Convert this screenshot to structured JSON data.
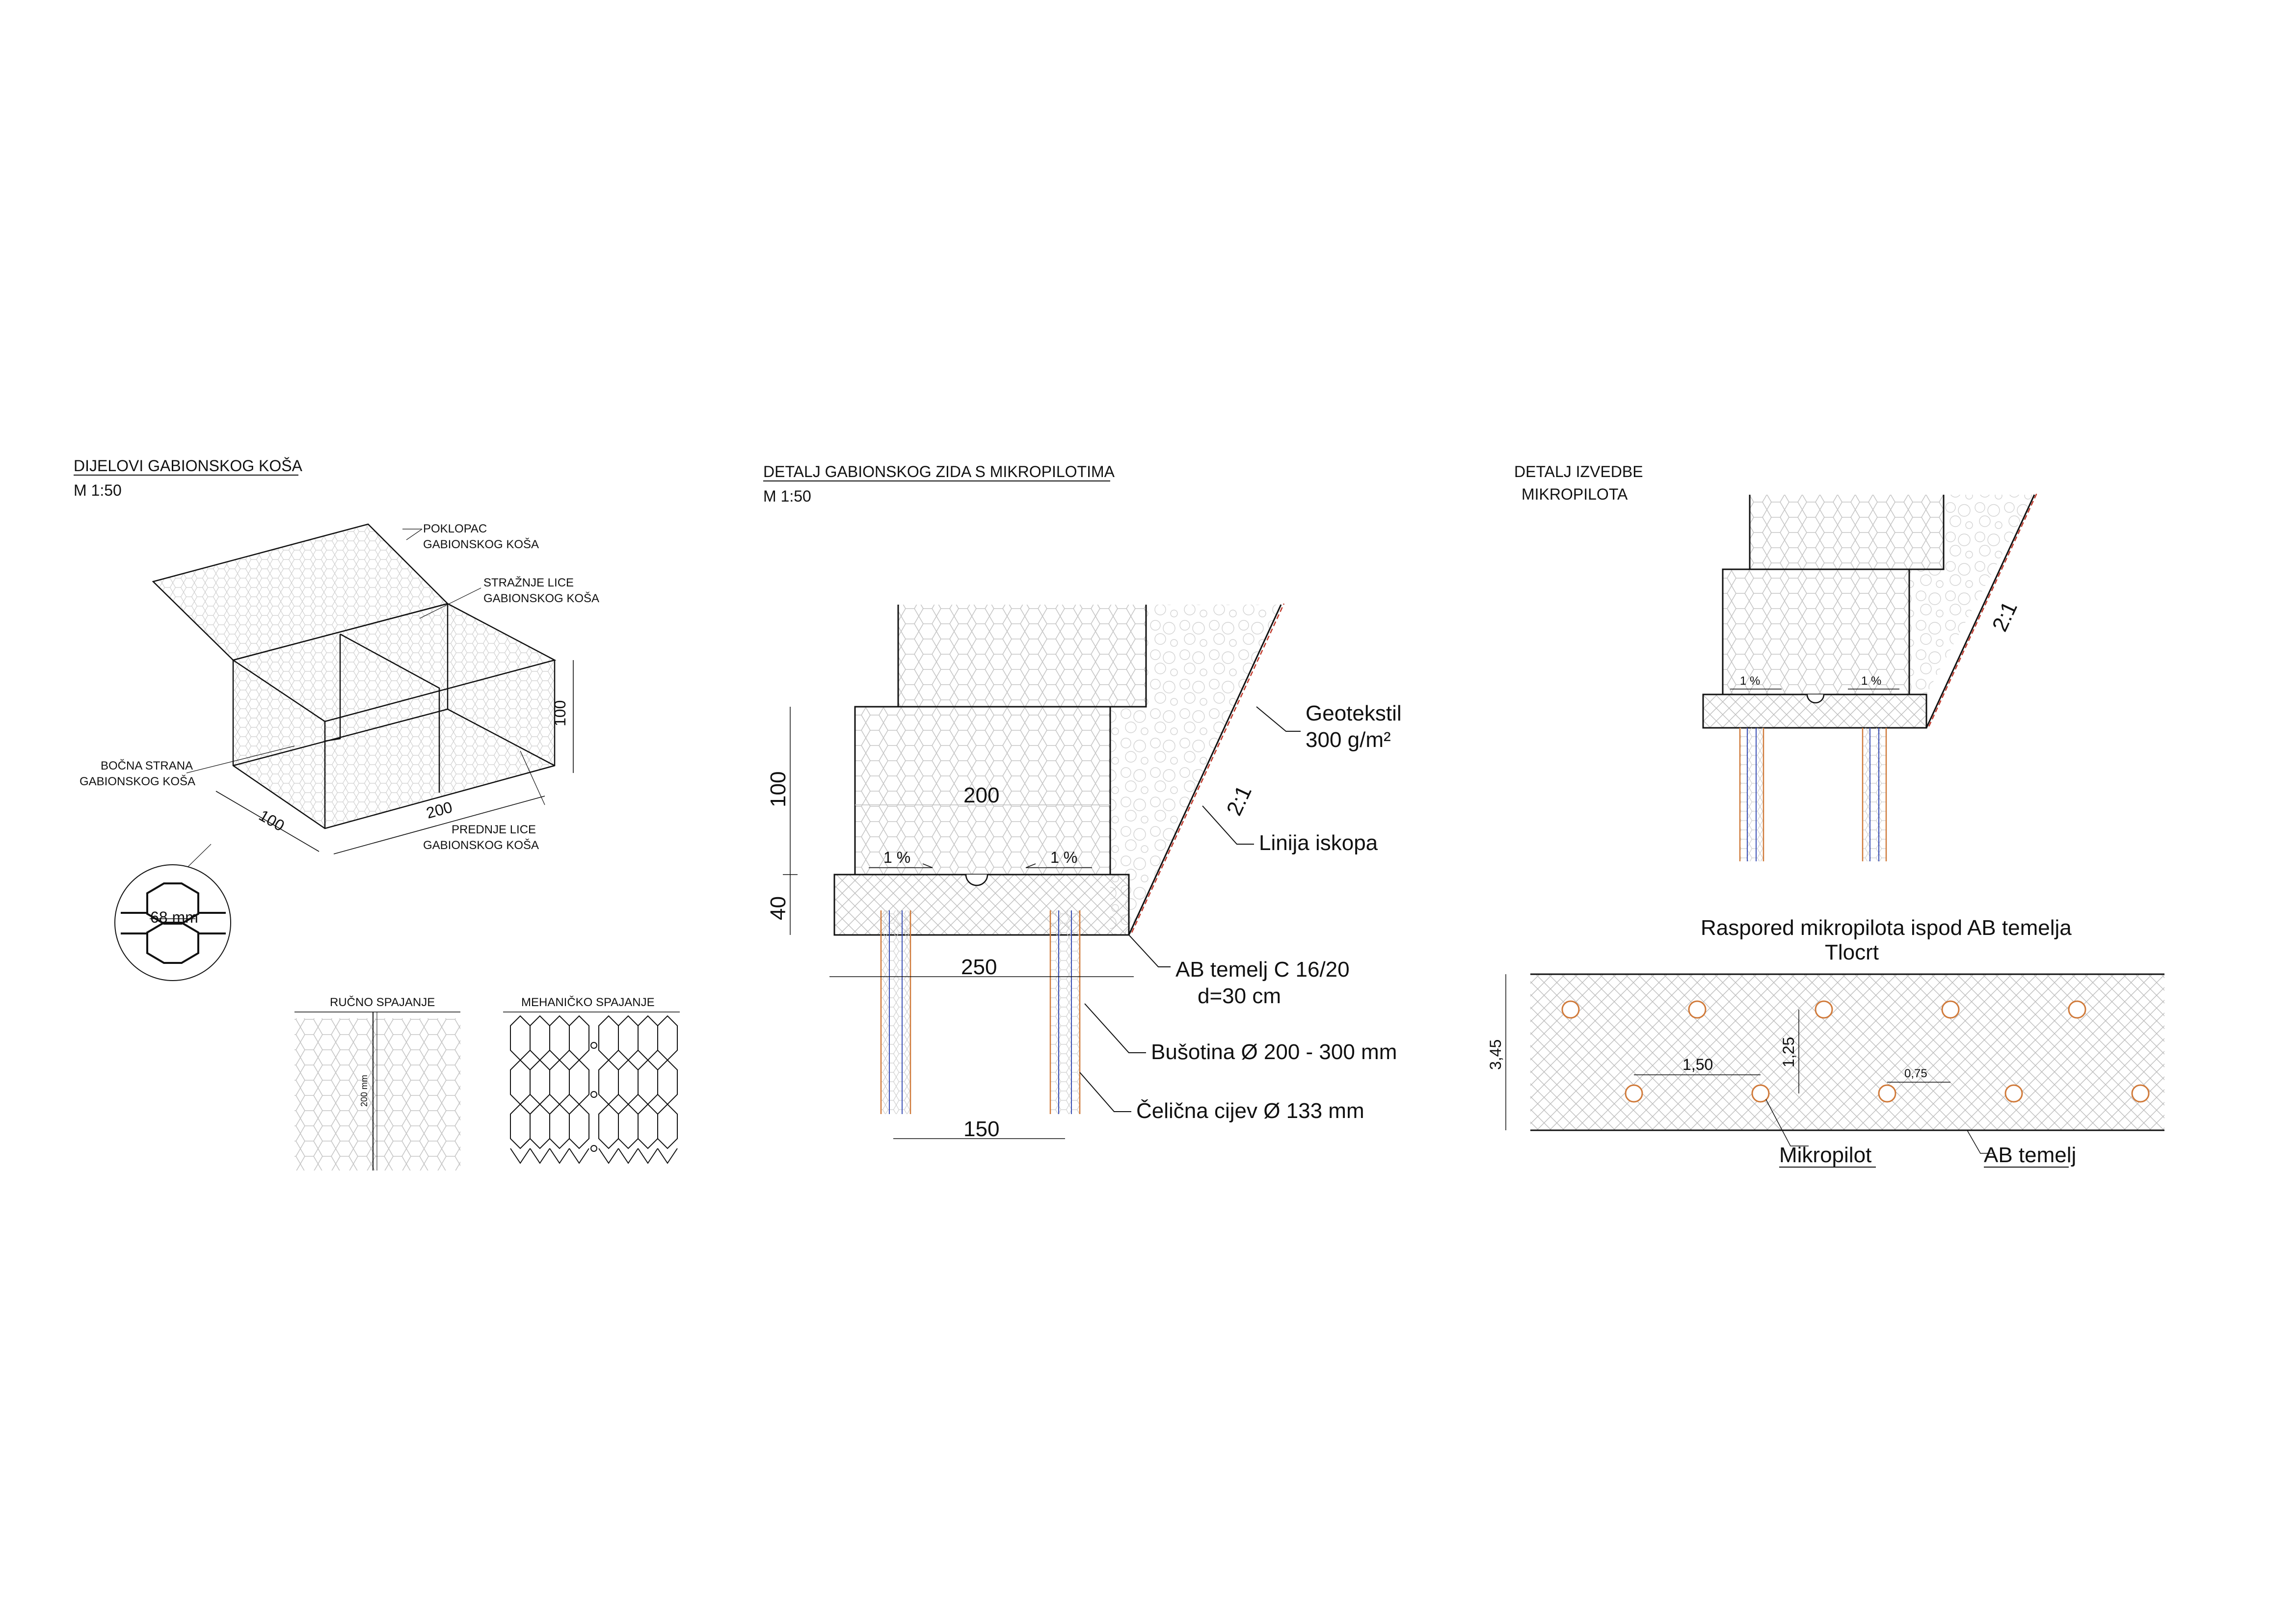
{
  "colors": {
    "ink": "#111111",
    "hatch": "#cfcfcf",
    "geotextile": "#c0392b",
    "pile_orange": "#d07a3a",
    "pile_blue": "#3b4fb5"
  },
  "panel1": {
    "title": "DIJELOVI GABIONSKOG KOŠA",
    "scale": "M 1:50",
    "labels": {
      "lid_1": "POKLOPAC",
      "lid_2": "GABIONSKOG KOŠA",
      "back_1": "STRAŽNJE LICE",
      "back_2": "GABIONSKOG KOŠA",
      "side_1": "BOČNA STRANA",
      "side_2": "GABIONSKOG KOŠA",
      "front_1": "PREDNJE LICE",
      "front_2": "GABIONSKOG KOŠA"
    },
    "dims": {
      "height": "100",
      "depth": "100",
      "length": "200"
    },
    "mesh_detail": "68 mm",
    "join_manual": "RUČNO SPAJANJE",
    "join_manual_dim": "200 mm",
    "join_mechanical": "MEHANIČKO SPAJANJE"
  },
  "panel2": {
    "title": "DETALJ GABIONSKOG ZIDA S MIKROPILOTIMA",
    "scale": "M 1:50",
    "dims": {
      "width_top": "200",
      "height_gabion": "100",
      "height_found": "40",
      "width_found": "250",
      "pile_spacing": "150"
    },
    "slope_left": "1 %",
    "slope_right": "1 %",
    "slope_ratio": "2:1",
    "geotextile_1": "Geotekstil",
    "geotextile_2": "300 g/m²",
    "excavation": "Linija iskopa",
    "foundation_1": "AB temelj C 16/20",
    "foundation_2": "d=30 cm",
    "borehole": "Bušotina Ø 200 - 300 mm",
    "pipe": "Čelična cijev Ø 133 mm"
  },
  "panel3": {
    "title_1": "DETALJ IZVEDBE",
    "title_2": "MIKROPILOTA",
    "slope_left": "1 %",
    "slope_right": "1 %",
    "slope_ratio": "2:1"
  },
  "panel4": {
    "title_1": "Raspored mikropilota ispod AB temelja",
    "title_2": "Tlocrt",
    "dim_width": "3,45",
    "dim_spacing_x": "1,50",
    "dim_spacing_y": "1,25",
    "dim_offset": "0,75",
    "label_pile": "Mikropilot",
    "label_found": "AB temelj"
  }
}
